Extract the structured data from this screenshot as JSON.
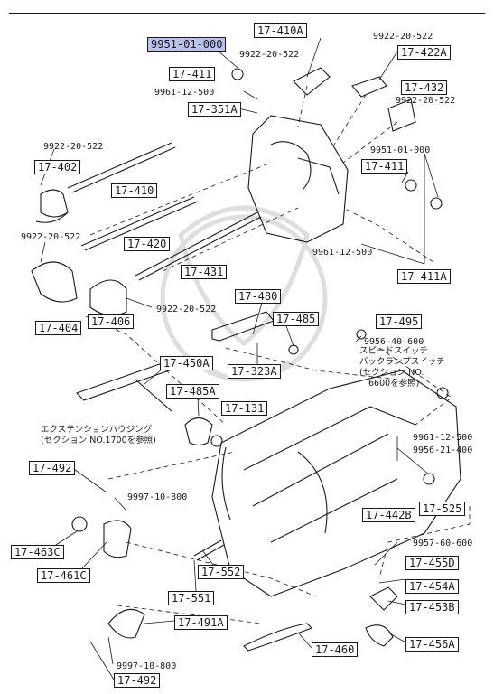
{
  "colors": {
    "ink": "#1a1a1a",
    "highlight": "#b9c2ee",
    "watermark": "#dedede"
  },
  "callouts": {
    "c9951_top": "9951-01-000",
    "c9922_a": "9922-20-522",
    "c17410A": "17-410A",
    "c9922_b": "9922-20-522",
    "c17422A": "17-422A",
    "c17411_top": "17-411",
    "c9961_a": "9961-12-500",
    "c17432": "17-432",
    "c9922_c": "9922-20-522",
    "c17351A": "17-351A",
    "c9922_d": "9922-20-522",
    "c9951_b": "9951-01-000",
    "c17402": "17-402",
    "c17411_right": "17-411",
    "c17410": "17-410",
    "c9922_e": "9922-20-522",
    "c17420": "17-420",
    "c9961_b": "9961-12-500",
    "c17431": "17-431",
    "c17411A": "17-411A",
    "c9922_f": "9922-20-522",
    "c17404": "17-404",
    "c17406": "17-406",
    "c17480": "17-480",
    "c17485": "17-485",
    "c17495": "17-495",
    "c9956_a": "9956-40-600",
    "c17323A": "17-323A",
    "c17450A": "17-450A",
    "c17485A": "17-485A",
    "c17131": "17-131",
    "c9961_c": "9961-12-500",
    "c9956_b": "9956-21-400",
    "c17492_top": "17-492",
    "c9997_a": "9997-10-800",
    "c17525": "17-525",
    "c17442B": "17-442B",
    "c17463C": "17-463C",
    "c17461C": "17-461C",
    "c9957": "9957-60-600",
    "c17455D": "17-455D",
    "c17552": "17-552",
    "c17454A": "17-454A",
    "c17551": "17-551",
    "c17453B": "17-453B",
    "c17491A": "17-491A",
    "c17456A": "17-456A",
    "c17460": "17-460",
    "c9997_b": "9997-10-800",
    "c17492_bottom": "17-492"
  },
  "notes": {
    "switch_line1": "スピードスイッチ",
    "switch_line2": "バックランプスイッチ",
    "switch_line3": "(セクション NO.",
    "switch_line4": "6600を参照)",
    "housing_line1": "エクステンションハウジング",
    "housing_line2": "(セクション NO.1700を参照)"
  }
}
